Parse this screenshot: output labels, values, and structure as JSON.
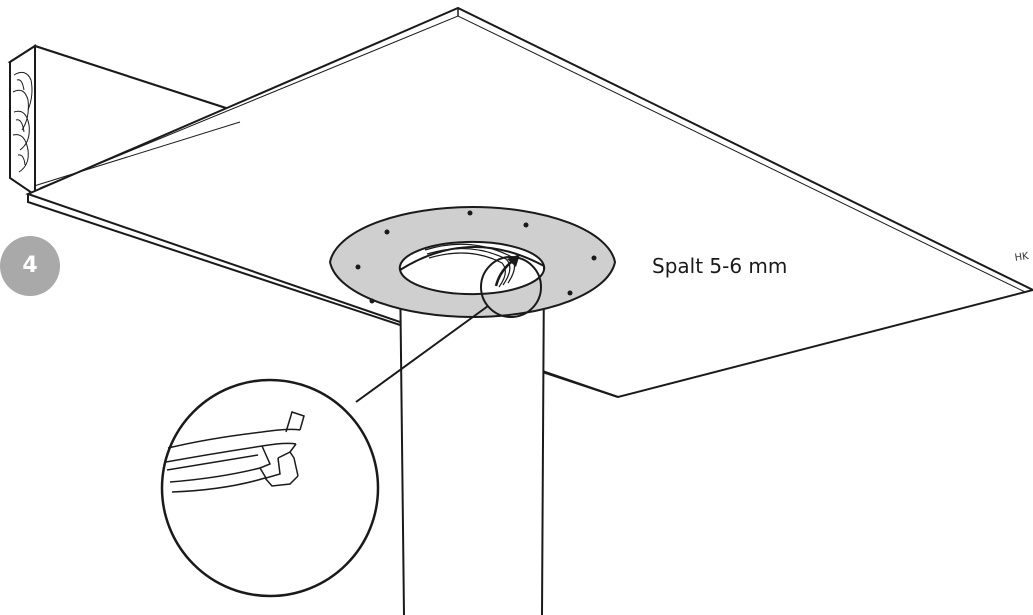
{
  "step": {
    "number": "4",
    "badge_color": "#a9a9a9"
  },
  "annotation": {
    "gap_label": "Spalt 5-6 mm"
  },
  "signature": "HK",
  "colors": {
    "line": "#1a1a1a",
    "collar_fill": "#cfcfcf",
    "panel_fill": "#ffffff"
  },
  "icons": {
    "arrow": "curved-arrow-icon"
  }
}
